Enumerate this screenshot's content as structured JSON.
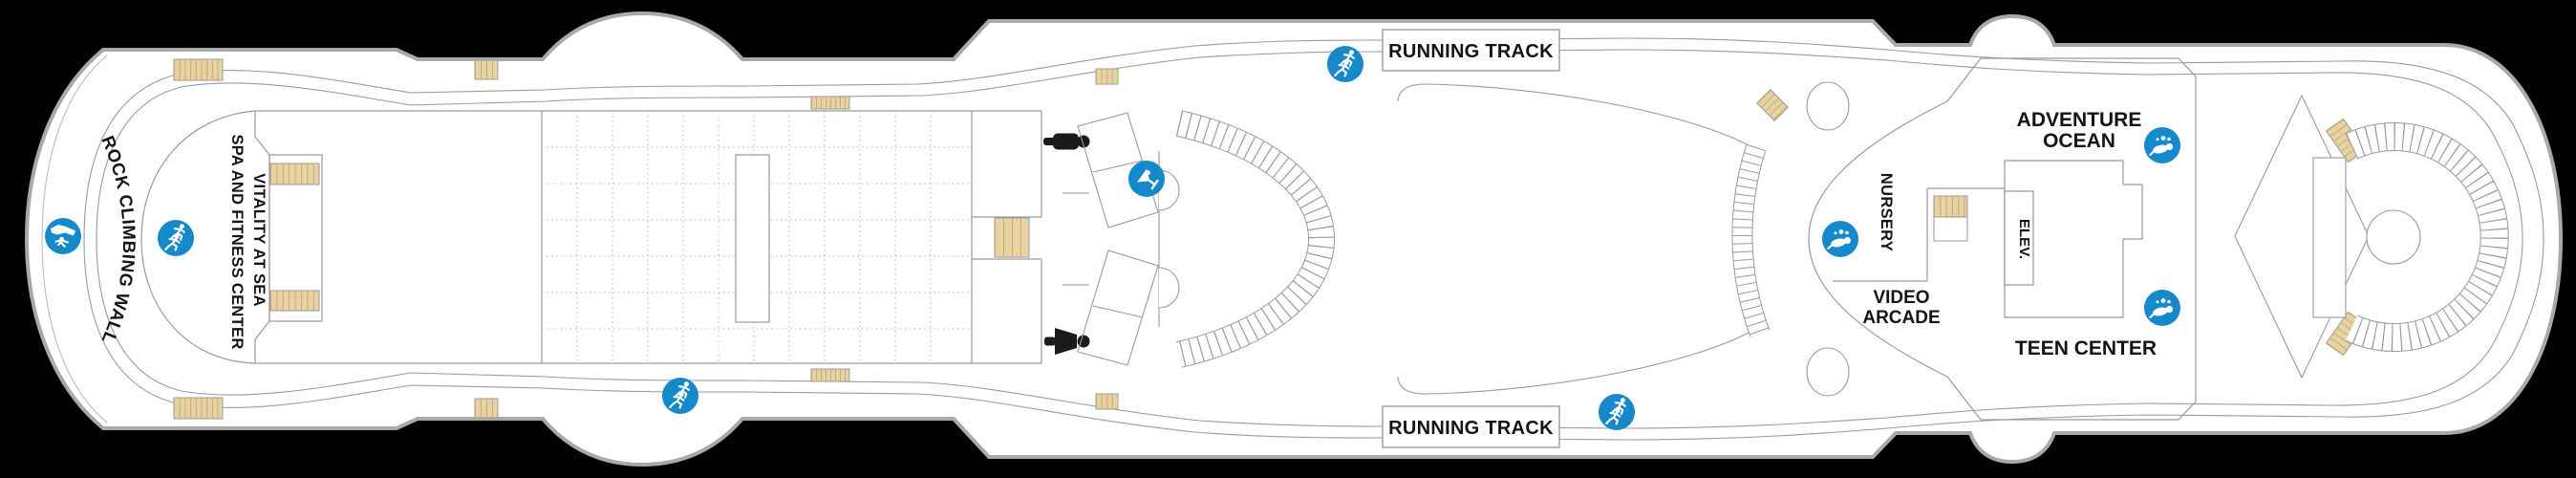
{
  "title": "Cruise ship deck plan",
  "colors": {
    "background": "#000000",
    "deck": "#ffffff",
    "hull_outline": "#a9a9a9",
    "detail_line": "#9a9a9a",
    "accent_blue": "#1589c9",
    "stair_tan": "#e8d2a2",
    "stair_tread": "#c3ad7c",
    "text": "#141414"
  },
  "labels": {
    "rock_climbing_wall": "ROCK CLIMBING WALL",
    "spa_line1": "VITALITY AT SEA",
    "spa_line2": "SPA AND FITNESS CENTER",
    "running_track": "RUNNING TRACK",
    "nursery": "NURSERY",
    "elevator": "ELEV.",
    "video_arcade_line1": "VIDEO",
    "video_arcade_line2": "ARCADE",
    "adventure_ocean_line1": "ADVENTURE",
    "adventure_ocean_line2": "OCEAN",
    "teen_center": "TEEN CENTER"
  },
  "icons": [
    {
      "id": "rock-climber-icon",
      "meaning": "rock climbing wall"
    },
    {
      "id": "runners-icon",
      "meaning": "running track / fitness"
    },
    {
      "id": "martini-icon",
      "meaning": "bar"
    },
    {
      "id": "kids-play-icon",
      "meaning": "children's area / nursery"
    },
    {
      "id": "male-restroom-icon",
      "meaning": "men's restroom"
    },
    {
      "id": "female-restroom-icon",
      "meaning": "women's restroom"
    }
  ]
}
